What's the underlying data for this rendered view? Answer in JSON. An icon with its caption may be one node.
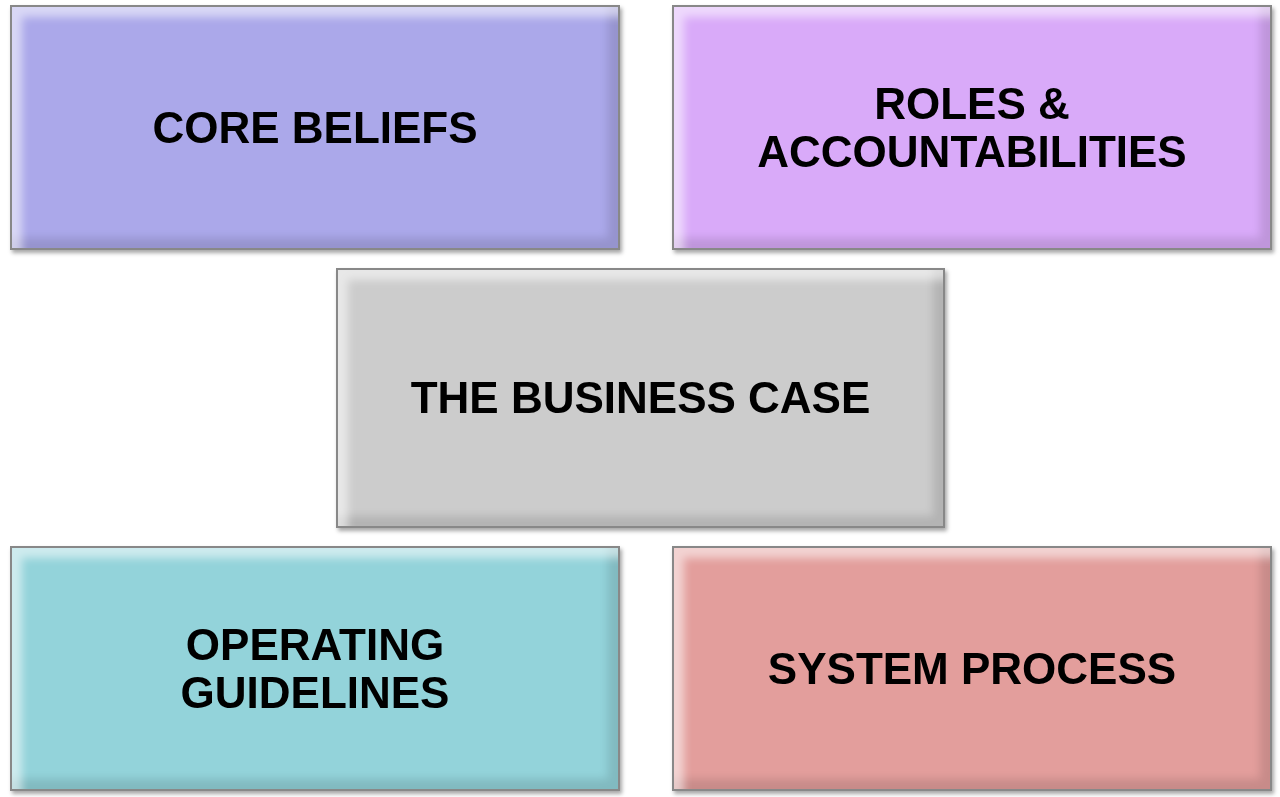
{
  "diagram": {
    "nodes": [
      {
        "text": [
          "CORE BELIEFS"
        ]
      },
      {
        "text": [
          "ROLES & ACCOUNTABILITIES"
        ]
      },
      {
        "text": [
          "THE BUSINESS CASE"
        ]
      },
      {
        "text": [
          "OPERATING GUIDELINES"
        ]
      },
      {
        "text": [
          "SYSTEM PROCESS"
        ]
      }
    ]
  }
}
